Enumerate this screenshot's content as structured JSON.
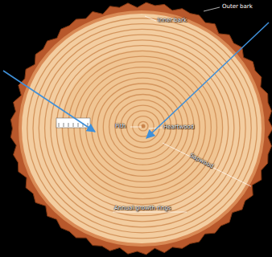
{
  "diagram": {
    "labels": [
      "Outer bark",
      "Inner bark",
      "Pith",
      "Heartwood",
      "Sapwood",
      "Annual growth rings"
    ]
  }
}
